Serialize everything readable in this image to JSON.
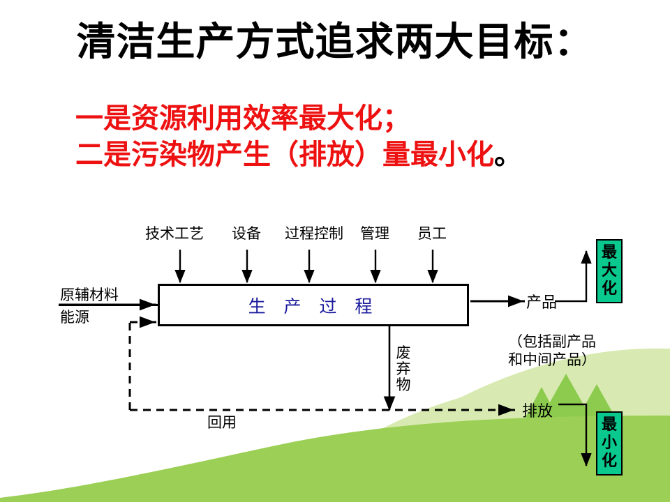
{
  "slide": {
    "title": "清洁生产方式追求两大目标：",
    "goal_line_1": "一是资源利用效率最大化；",
    "goal_line_2": "二是污染物产生（排放）量最小化",
    "goal_line_2_period": "。"
  },
  "diagram": {
    "inputs_top": [
      {
        "label": "技术工艺"
      },
      {
        "label": "设备"
      },
      {
        "label": "过程控制"
      },
      {
        "label": "管理"
      },
      {
        "label": "员工"
      }
    ],
    "inputs_left": [
      {
        "label": "原辅材料"
      },
      {
        "label": "能源"
      }
    ],
    "process_box": "生 产 过 程",
    "waste_label": "废弃物",
    "recycle_label": "回用",
    "product_label": "产品",
    "product_note_line_1": "（包括副产品",
    "product_note_line_2": "和中间产品）",
    "emission_label": "排放",
    "goal_max": "最大化",
    "goal_min": "最小化"
  },
  "colors": {
    "title_text": "#000000",
    "goal_text": "#ee1111",
    "process_text": "#19199c",
    "goal_box_fill": "#0ac98f",
    "hill_front": "#9ccf55",
    "hill_back": "#d3e9a8",
    "tree": "#8ccb4e"
  }
}
